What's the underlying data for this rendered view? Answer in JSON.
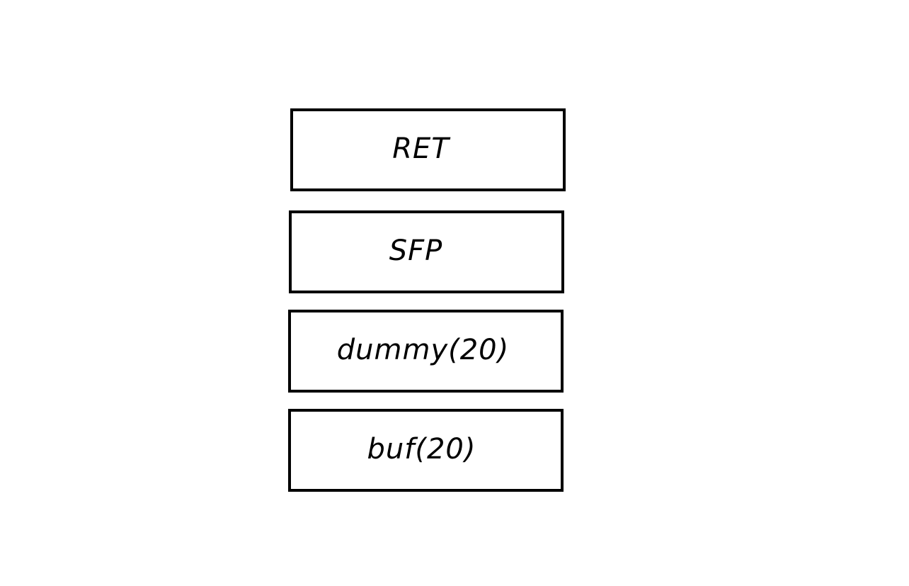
{
  "stack": {
    "blocks": [
      {
        "label": "RET"
      },
      {
        "label": "SFP"
      },
      {
        "label": "dummy(20)"
      },
      {
        "label": "buf(20)"
      }
    ]
  }
}
